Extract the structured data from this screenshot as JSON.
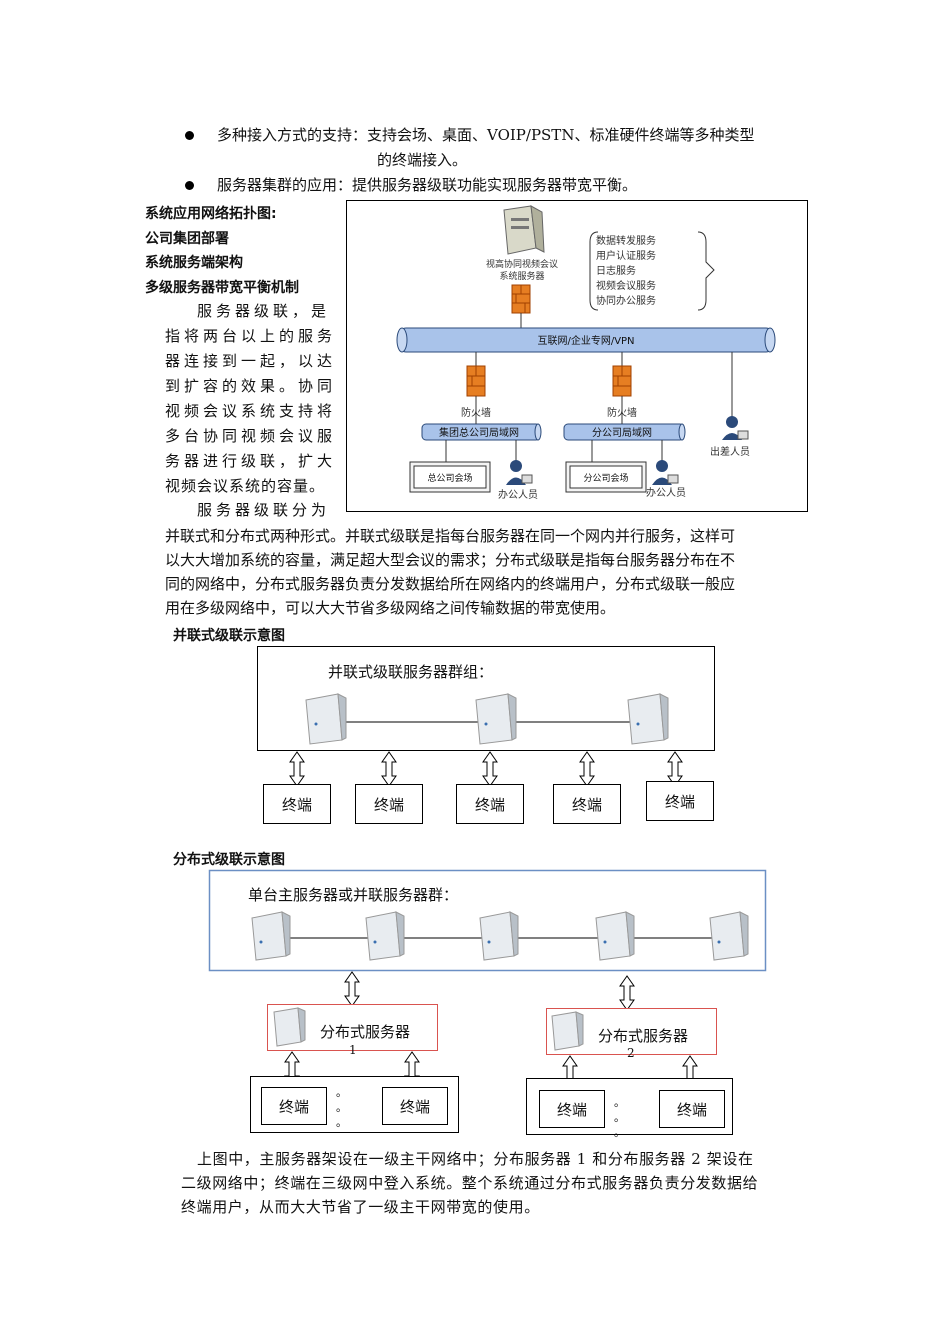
{
  "bullets": [
    {
      "line1": "多种接入方式的支持：支持会场、桌面、VOIP/PSTN、标准硬件终端等多种类型",
      "line2": "的终端接入。"
    },
    {
      "line1": "服务器集群的应用：提供服务器级联功能实现服务器带宽平衡。"
    }
  ],
  "headings": [
    "系统应用网络拓扑图:",
    "公司集团部署",
    "系统服务端架构",
    "多级服务器带宽平衡机制"
  ],
  "cascade_intro_lines": [
    "服务器级联，是",
    "指将两台以上的服务",
    "器连接到一起，以达",
    "到扩容的效果。协同",
    "视频会议系统支持将",
    "多台协同视频会议服",
    "务器进行级联，扩大",
    "视频会议系统的容量。",
    "服务器级联分为"
  ],
  "cascade_para_lines": [
    "并联式和分布式两种形式。并联式级联是指每台服务器在同一个网内并行服务，这样可",
    "以大大增加系统的容量，满足超大型会议的需求；分布式级联是指每台服务器分布在不",
    "同的网络中，分布式服务器负责分发数据给所在网络内的终端用户，分布式级联一般应",
    "用在多级网络中，可以大大节省多级网络之间传输数据的带宽使用。"
  ],
  "topology": {
    "server_label_line1": "视高协同视频会议",
    "server_label_line2": "系统服务器",
    "services": [
      "数据转发服务",
      "用户认证服务",
      "日志服务",
      "视频会议服务",
      "协同办公服务"
    ],
    "backbone": "互联网/企业专网/VPN",
    "firewall_left": "防火墙",
    "firewall_right": "防火墙",
    "lan_left": "集团总公司局域网",
    "lan_right": "分公司局域网",
    "venue_left": "总公司会场",
    "venue_right": "分公司会场",
    "office_left": "办公人员",
    "office_right": "办公人员",
    "traveler": "出差人员"
  },
  "parallel": {
    "caption": "并联式级联示意图",
    "group_label": "并联式级联服务器群组：",
    "terminals": [
      "终端",
      "终端",
      "终端",
      "终端",
      "终端"
    ]
  },
  "distributed": {
    "caption": "分布式级联示意图",
    "group_label": "单台主服务器或并联服务器群：",
    "dist_server_1": "分布式服务器",
    "dist_server_1_num": "1",
    "dist_server_2": "分布式服务器",
    "dist_server_2_num": "2",
    "terminal": "终端",
    "dots": "。"
  },
  "summary_lines": [
    "上图中，主服务器架设在一级主干网络中；分布服务器 1 和分布服务器 2 架设在",
    "二级网络中；终端在三级网中登入系统。整个系统通过分布式服务器负责分发数据给",
    "终端用户，从而大大节省了一级主干网带宽的使用。"
  ],
  "colors": {
    "red_border": "#d9534f",
    "blue_border": "#6b8fc4",
    "pipe_blue": "#a9c3ea",
    "firewall": "#e67e22"
  }
}
